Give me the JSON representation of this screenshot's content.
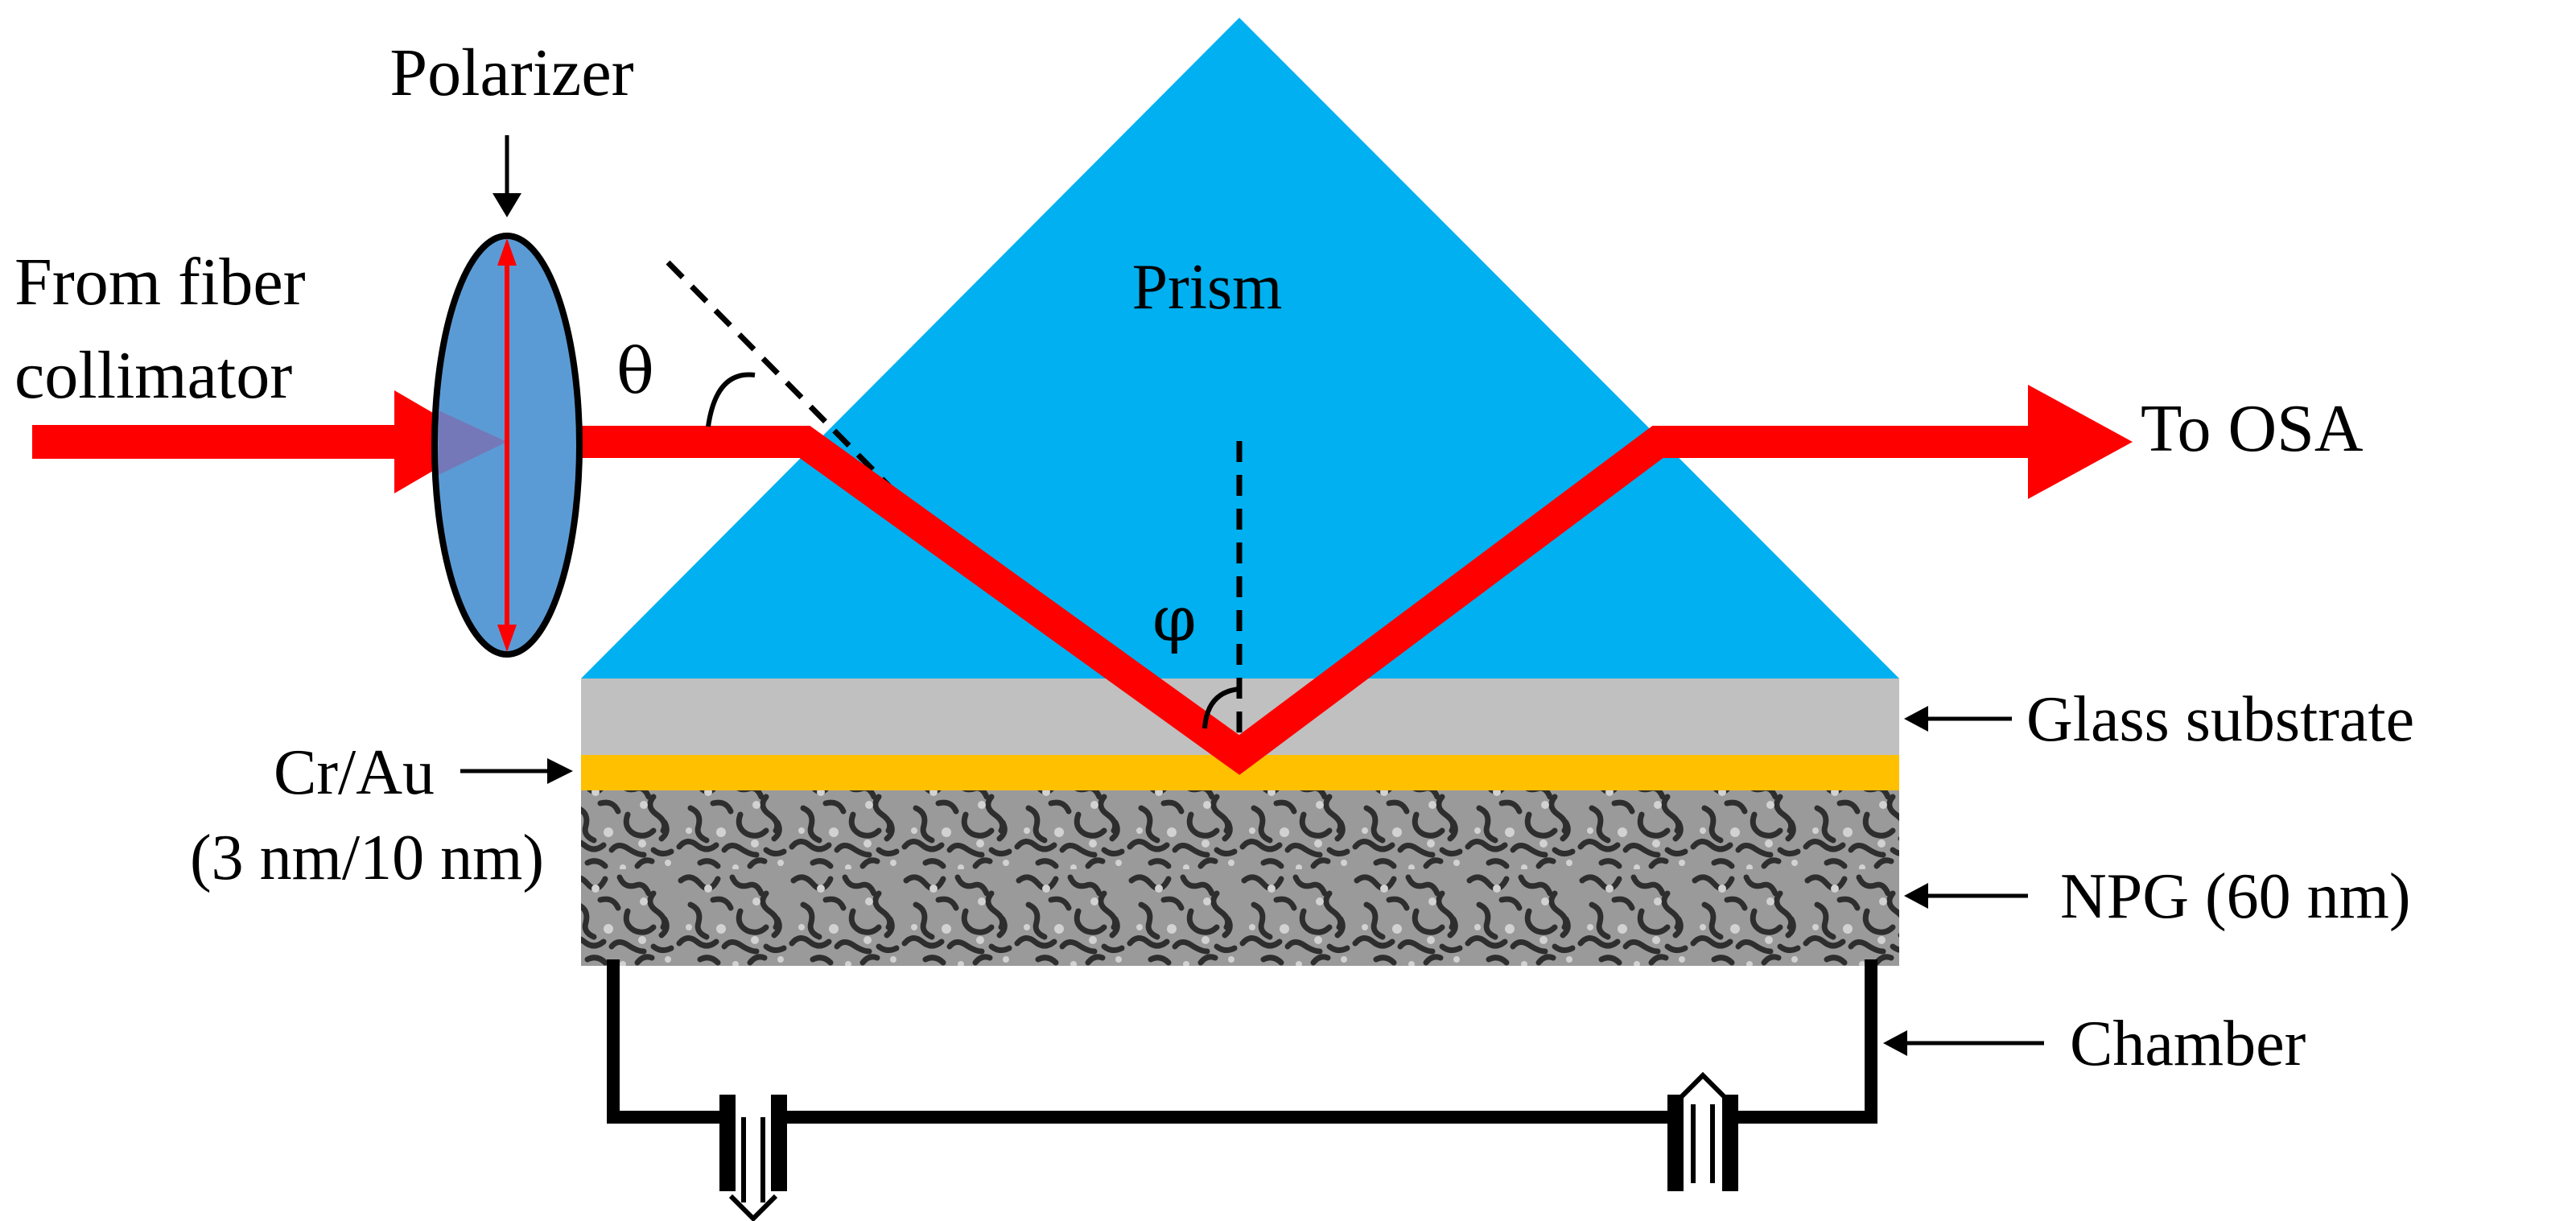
{
  "labels": {
    "polarizer": "Polarizer",
    "source_line1": "From fiber",
    "source_line2": "collimator",
    "theta": "θ",
    "prism": "Prism",
    "output": "To OSA",
    "phi": "φ",
    "glass": "Glass substrate",
    "crau_line1": "Cr/Au",
    "crau_line2": "(3 nm/10 nm)",
    "npg": "NPG (60 nm)",
    "chamber": "Chamber"
  },
  "colors": {
    "beam": "#ff0000",
    "prism": "#00b0f0",
    "glass": "#c0c0c0",
    "gold": "#ffc000",
    "polarizer": "#5b9bd5",
    "npg_base": "#9a9a9a",
    "npg_pore": "#2e2e2e",
    "ink": "#000000"
  }
}
